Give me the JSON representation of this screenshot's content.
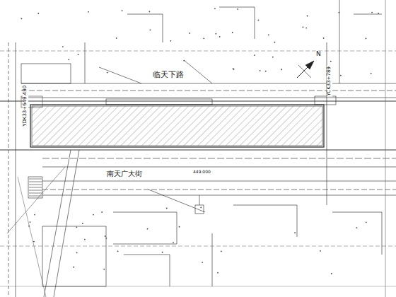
{
  "diagram": {
    "labels": [
      "临天下路",
      "南天广大街",
      "449.000",
      "YDK33+649.480",
      "YCK33+789",
      "N"
    ]
  }
}
